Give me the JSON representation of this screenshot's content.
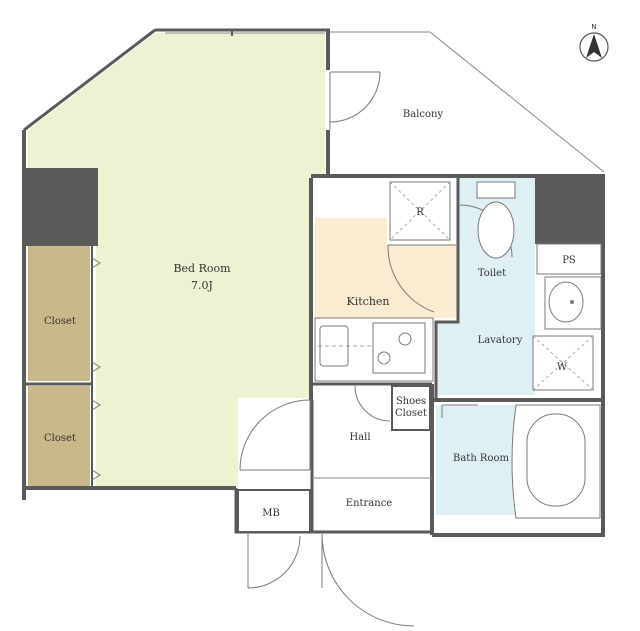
{
  "rooms": {
    "bedroom": {
      "name": "Bed Room",
      "size": "7.0J"
    },
    "balcony": "Balcony",
    "kitchen": "Kitchen",
    "toilet": "Toilet",
    "ps": "PS",
    "lavatory": "Lavatory",
    "hall": "Hall",
    "shoes_closet_line1": "Shoes",
    "shoes_closet_line2": "Closet",
    "bathroom": "Bath Room",
    "entrance": "Entrance",
    "mb": "MB",
    "closet_upper": "Closet",
    "closet_lower": "Closet"
  },
  "fixtures": {
    "refrigerator": "R",
    "washer": "W"
  },
  "compass": {
    "label": "N"
  },
  "colors": {
    "bedroom": "#eef2d2",
    "kitchen": "#fbecd1",
    "wet_area": "#dff0f5",
    "closet": "#c9b88a",
    "wall": "#5a5a5a"
  }
}
